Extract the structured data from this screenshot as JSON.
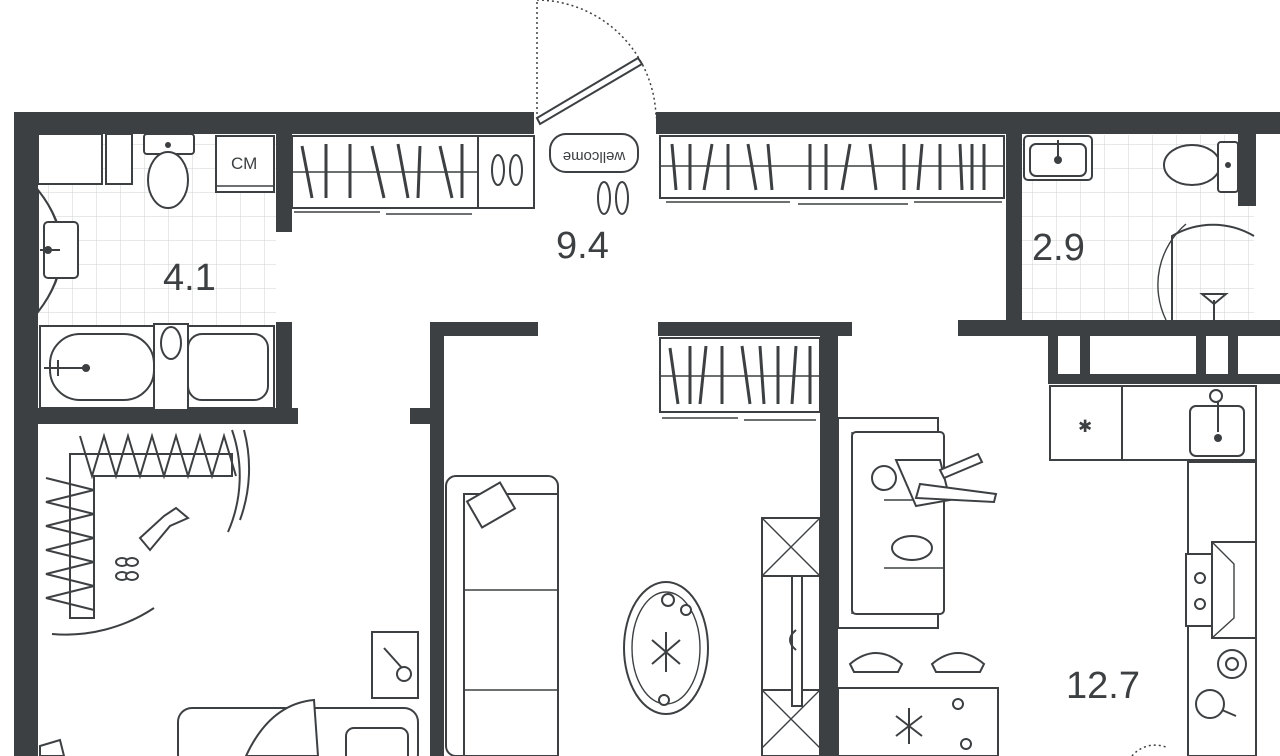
{
  "rooms": {
    "bathroom": {
      "area": "4.1"
    },
    "hallway": {
      "area": "9.4"
    },
    "toilet": {
      "area": "2.9"
    },
    "kitchen_living": {
      "area": "12.7"
    }
  },
  "labels": {
    "washing_machine": "СМ",
    "doormat": "wellcome"
  },
  "colors": {
    "wall": "#3d4042",
    "tile_grid": "#cfd2d2",
    "background": "#ffffff"
  }
}
